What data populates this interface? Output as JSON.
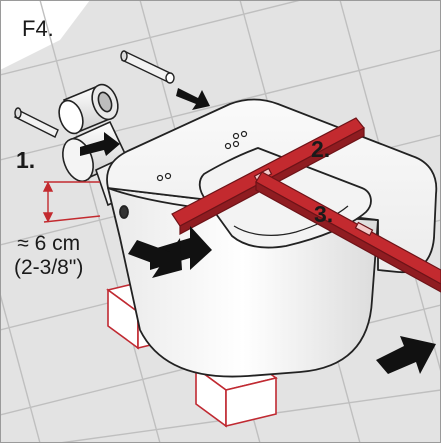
{
  "figure_label": "F4.",
  "steps": [
    "1.",
    "2.",
    "3."
  ],
  "distance": {
    "metric": "≈ 6 cm",
    "imperial": "(2-3/8\")"
  },
  "icons": [
    "tile-wall",
    "mounting-bolt",
    "flush-connector-pipe",
    "wall-hung-toilet-bowl",
    "spirit-level",
    "push-arrow",
    "support-block"
  ],
  "colors": {
    "level": "#c32a2f",
    "block": "#c02a32",
    "arrow": "#111111",
    "tile_bg": "#e3e3e3",
    "grout": "#bfbfbf",
    "bowl": "#f6f6f6",
    "outline": "#222222"
  }
}
